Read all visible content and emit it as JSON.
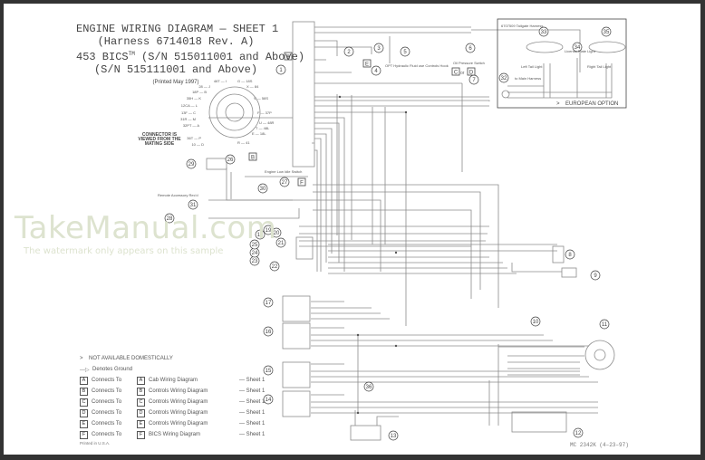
{
  "title": {
    "line1": "ENGINE WIRING DIAGRAM — SHEET 1",
    "line2": "(Harness 6714018 Rev. A)",
    "line3_prefix": "453 BICS",
    "line3_tm": "TM",
    "line3_suffix": " (S/N 515011001 and Above)",
    "line4": "(S/N 515111001 and Above)",
    "printed": "(Printed May 1997)"
  },
  "connector_note": "CONNECTOR IS VIEWED FROM THE MATING SIDE",
  "connector_pins_left": [
    "46T — I",
    "28 — J",
    "18P — B",
    "35H — K",
    "12CA — L",
    "13F — C",
    "31R — M",
    "32PT — A",
    "36T — P",
    "10 — D"
  ],
  "connector_pins_right": [
    "G — 18S",
    "X — 84",
    "V — 58S",
    "F — 37P",
    "U — 48R",
    "T — 48L",
    "E — 18L",
    "R — 41"
  ],
  "callouts": [
    "1",
    "2",
    "3",
    "4",
    "5",
    "6",
    "7",
    "8",
    "9",
    "10",
    "11",
    "12",
    "13",
    "14",
    "15",
    "16",
    "17",
    "18",
    "19",
    "20",
    "21",
    "22",
    "23",
    "24",
    "25",
    "26",
    "27",
    "28",
    "29",
    "30",
    "31",
    "32",
    "33",
    "34",
    "35",
    "36"
  ],
  "connector_refs": [
    "A",
    "B",
    "C",
    "D",
    "E",
    "F"
  ],
  "small_labels": {
    "c_or_d": "or",
    "pressure_note": "OPT Hydraulic Fluid use Controls Hook",
    "oil_pressure_note": "Oil Pressure Switch",
    "engine_low_note": "Engine Low Idle Switch",
    "receiver_note": "Remote Accessory Rec'd"
  },
  "tailgate": {
    "title": "6707509 Tailgate Harness",
    "left_label": "Left Tail Light",
    "right_label": "Right Tail Light",
    "center_label": "License Plate Light",
    "bottom_label": "to Main Harness",
    "option": "EUROPEAN OPTION",
    "option_marker": ">"
  },
  "legend": {
    "not_available": "NOT AVAILABLE DOMESTICALLY",
    "not_available_marker": ">",
    "ground": "Denotes Ground",
    "rows": [
      {
        "ref": "A",
        "connects": "Connects To",
        "desc": "Cab Wiring Diagram",
        "sheet": "— Sheet 1"
      },
      {
        "ref": "B",
        "connects": "Connects To",
        "desc": "Controls Wiring Diagram",
        "sheet": "— Sheet 1"
      },
      {
        "ref": "C",
        "connects": "Connects To",
        "desc": "Controls Wiring Diagram",
        "sheet": "— Sheet 1"
      },
      {
        "ref": "D",
        "connects": "Connects To",
        "desc": "Controls Wiring Diagram",
        "sheet": "— Sheet 1"
      },
      {
        "ref": "E",
        "connects": "Connects To",
        "desc": "Controls Wiring Diagram",
        "sheet": "— Sheet 1"
      },
      {
        "ref": "F",
        "connects": "Connects To",
        "desc": "BICS Wiring Diagram",
        "sheet": "— Sheet 1"
      }
    ],
    "printed": "Printed in U.S.A."
  },
  "part_number": "MC 2342K (4–23–97)",
  "watermark": {
    "brand": "TakeManual.com",
    "note": "The watermark only appears on this sample"
  },
  "colors": {
    "frame": "#333333",
    "paper": "#ffffff",
    "wire": "#8c8c8c",
    "ink": "#444444",
    "watermark": "#dde3cf"
  }
}
